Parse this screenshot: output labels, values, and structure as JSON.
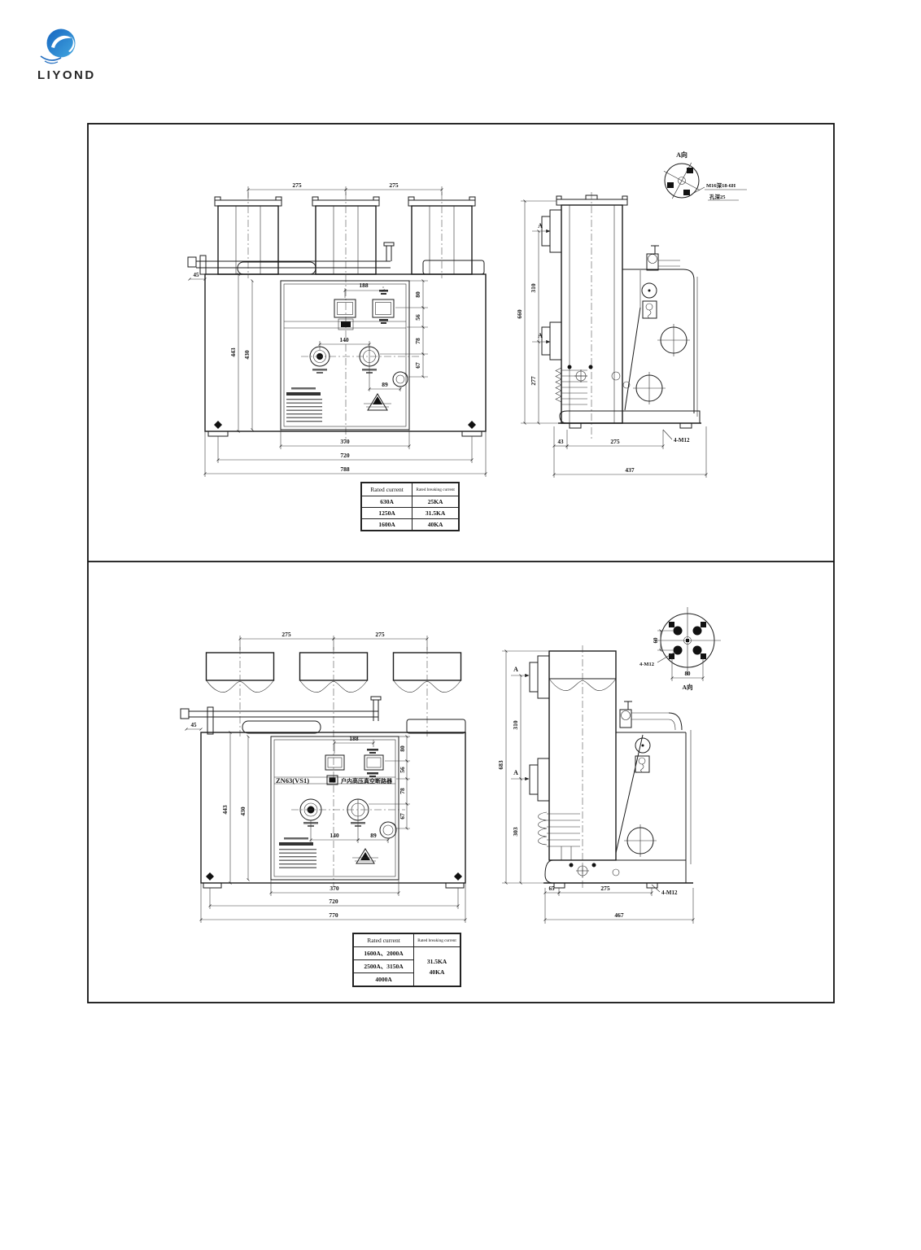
{
  "brand": "LIYOND",
  "drawing1": {
    "front": {
      "dim_pole_left": "275",
      "dim_pole_right": "275",
      "dim_left_offset": "45",
      "dim_windows": "188",
      "dim_buttons": "140",
      "dim_aux": "89",
      "right_chain": [
        "80",
        "56",
        "78",
        "67"
      ],
      "left_outer": "443",
      "left_inner": "430",
      "bottom": [
        "370",
        "720",
        "788"
      ]
    },
    "side": {
      "overall": "660",
      "upper": "310",
      "lower": "277",
      "bottom": [
        "43",
        "275",
        "437"
      ],
      "bolt": "4-M12",
      "section": "A"
    },
    "detail": {
      "view": "A向",
      "thread": "M16深18-6H",
      "depth": "孔深25"
    },
    "table": {
      "headers": [
        "Rated current",
        "Rated breaking current"
      ],
      "rows": [
        [
          "630A",
          "25KA"
        ],
        [
          "1250A",
          "31.5KA"
        ],
        [
          "1600A",
          "40KA"
        ]
      ]
    }
  },
  "drawing2": {
    "model": "ZN63(VS1)",
    "product": "户内高压真空断路器",
    "front": {
      "dim_pole_left": "275",
      "dim_pole_right": "275",
      "dim_left_offset": "45",
      "dim_windows": "188",
      "dim_buttons": "140",
      "dim_aux": "89",
      "right_chain": [
        "80",
        "56",
        "78",
        "67"
      ],
      "left_outer": "443",
      "left_inner": "430",
      "bottom": [
        "370",
        "720",
        "770"
      ]
    },
    "side": {
      "overall": "683",
      "upper": "310",
      "lower": "303",
      "bottom": [
        "65",
        "275",
        "467"
      ],
      "bolt": "4-M12",
      "section": "A"
    },
    "detail": {
      "view": "A向",
      "bolt": "4-M12",
      "dim_v": "60",
      "dim_h": "80"
    },
    "table": {
      "headers": [
        "Rated current",
        "Rated breaking current"
      ],
      "left_rows": [
        "1600A、2000A",
        "2500A、3150A",
        "4000A"
      ],
      "right_rows": [
        "31.5KA",
        "40KA"
      ]
    }
  }
}
